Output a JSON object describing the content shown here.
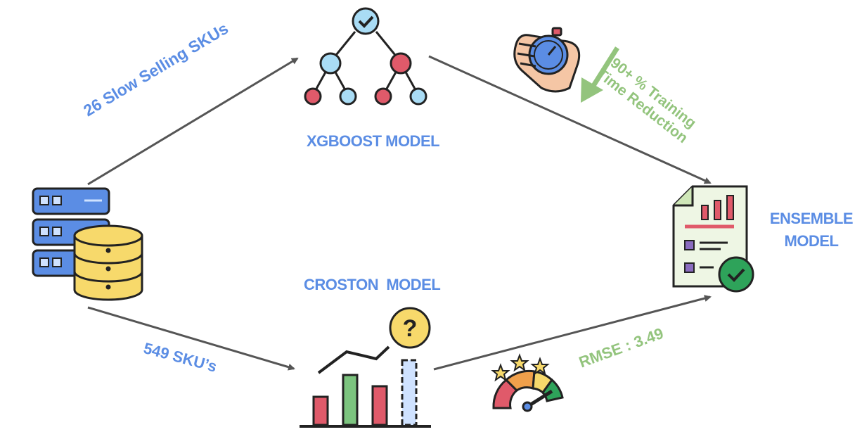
{
  "labels": {
    "xgboost_model": "XGBOOST MODEL",
    "croston_model": "CROSTON  MODEL",
    "ensemble_model_line1": "ENSEMBLE",
    "ensemble_model_line2": "MODEL",
    "slow_selling": "26 Slow Selling SKUs",
    "sku_count": "549 SKU’s",
    "training_line1": "90+ % Training",
    "training_line2": "Time Reduction",
    "rmse": "RMSE : 3.49"
  },
  "icons": {
    "database": "database-server-icon",
    "xgboost": "decision-tree-icon",
    "croston": "bar-chart-question-icon",
    "ensemble": "report-document-check-icon",
    "stopwatch": "stopwatch-hand-icon",
    "gauge": "gauge-stars-icon",
    "down_arrow": "down-arrow-icon"
  },
  "colors": {
    "blue_text": "#5b8de4",
    "green_text": "#93c47d",
    "arrow": "#555555",
    "red": "#e05a6a",
    "light_blue": "#a9dcf5",
    "green": "#7cc47f",
    "yellow": "#f7d96b"
  }
}
